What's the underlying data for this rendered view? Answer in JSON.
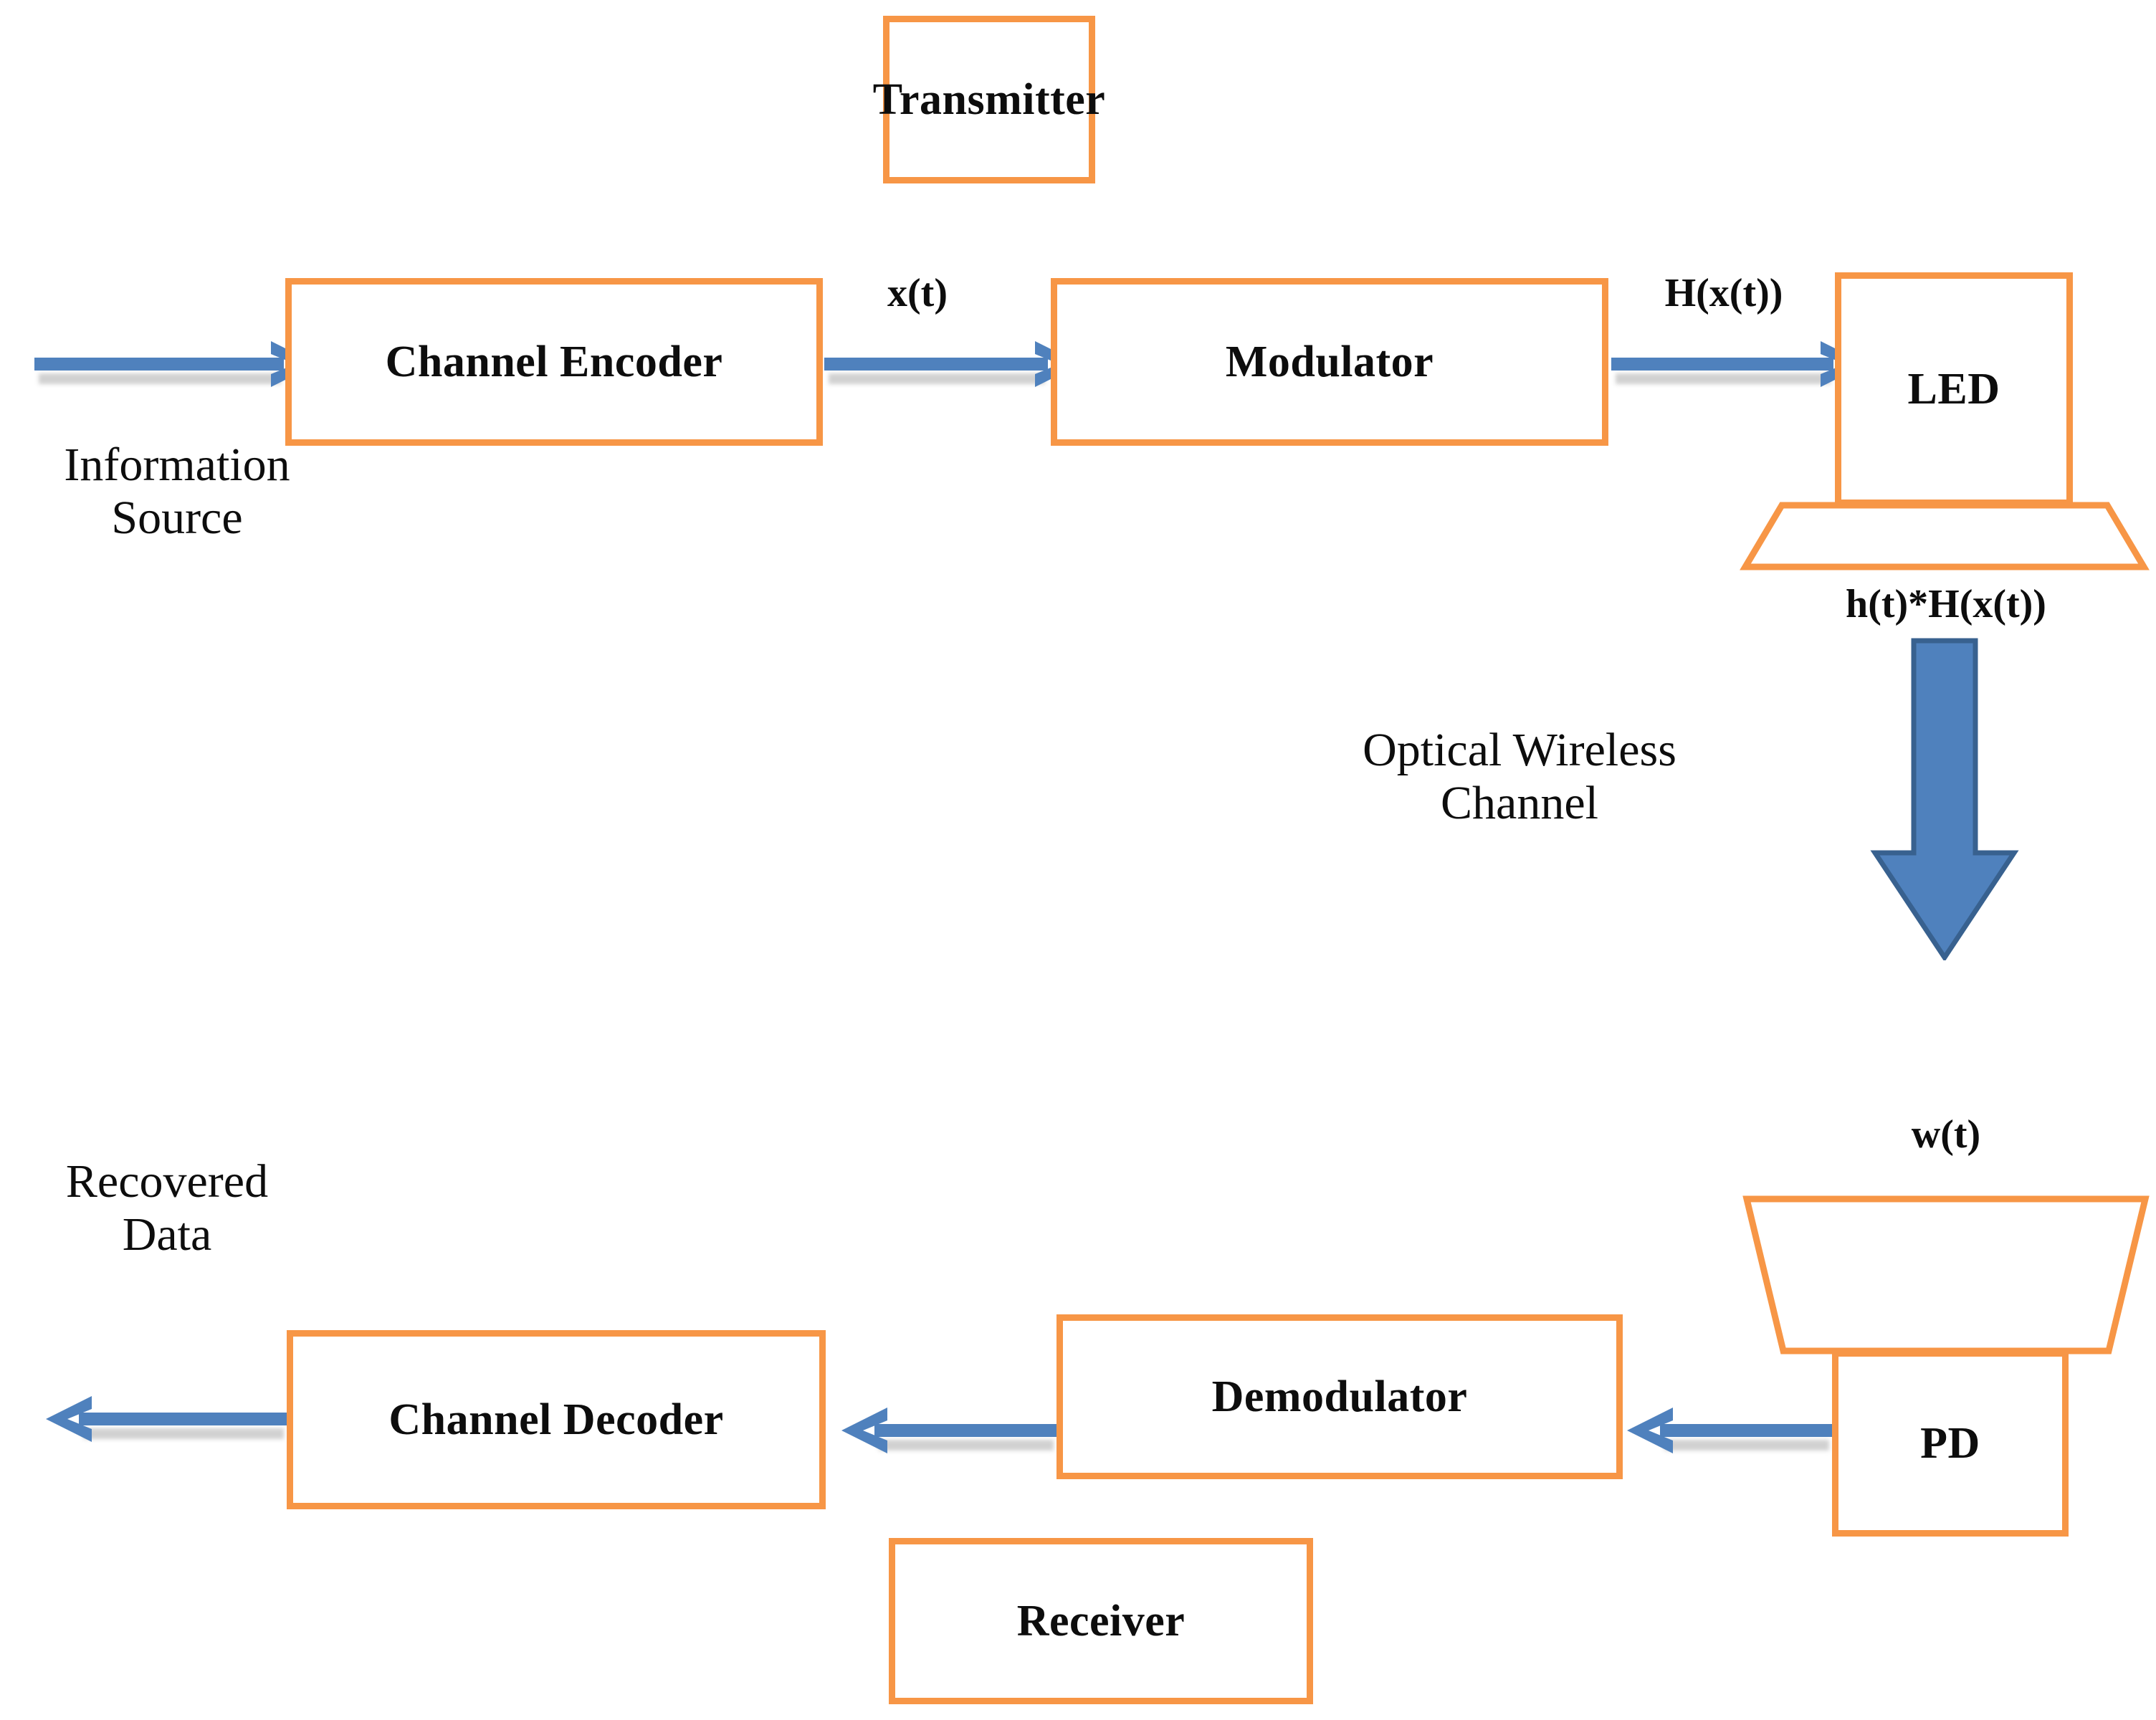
{
  "diagram": {
    "title": "Visible Light Communication System Block Diagram",
    "colors": {
      "block_border": "#F79646",
      "arrow": "#4F81BD",
      "arrow_shadow": "#C9C9C9",
      "text": "#0D0D0D",
      "background": "#FFFFFF"
    }
  },
  "transmitter": {
    "section_label": "Transmitter",
    "blocks": {
      "channel_encoder": "Channel Encoder",
      "modulator": "Modulator",
      "led": "LED"
    },
    "labels": {
      "input": "Information\nSource",
      "encoder_out": "x(t)",
      "modulator_out": "H(x(t))"
    }
  },
  "channel": {
    "label": "Optical Wireless\nChannel",
    "transmitted_signal": "h(t)*H(x(t))",
    "noise": "w(t)"
  },
  "receiver": {
    "section_label": "Receiver",
    "blocks": {
      "pd": "PD",
      "demodulator": "Demodulator",
      "channel_decoder": "Channel Decoder"
    },
    "labels": {
      "output": "Recovered\nData"
    }
  }
}
